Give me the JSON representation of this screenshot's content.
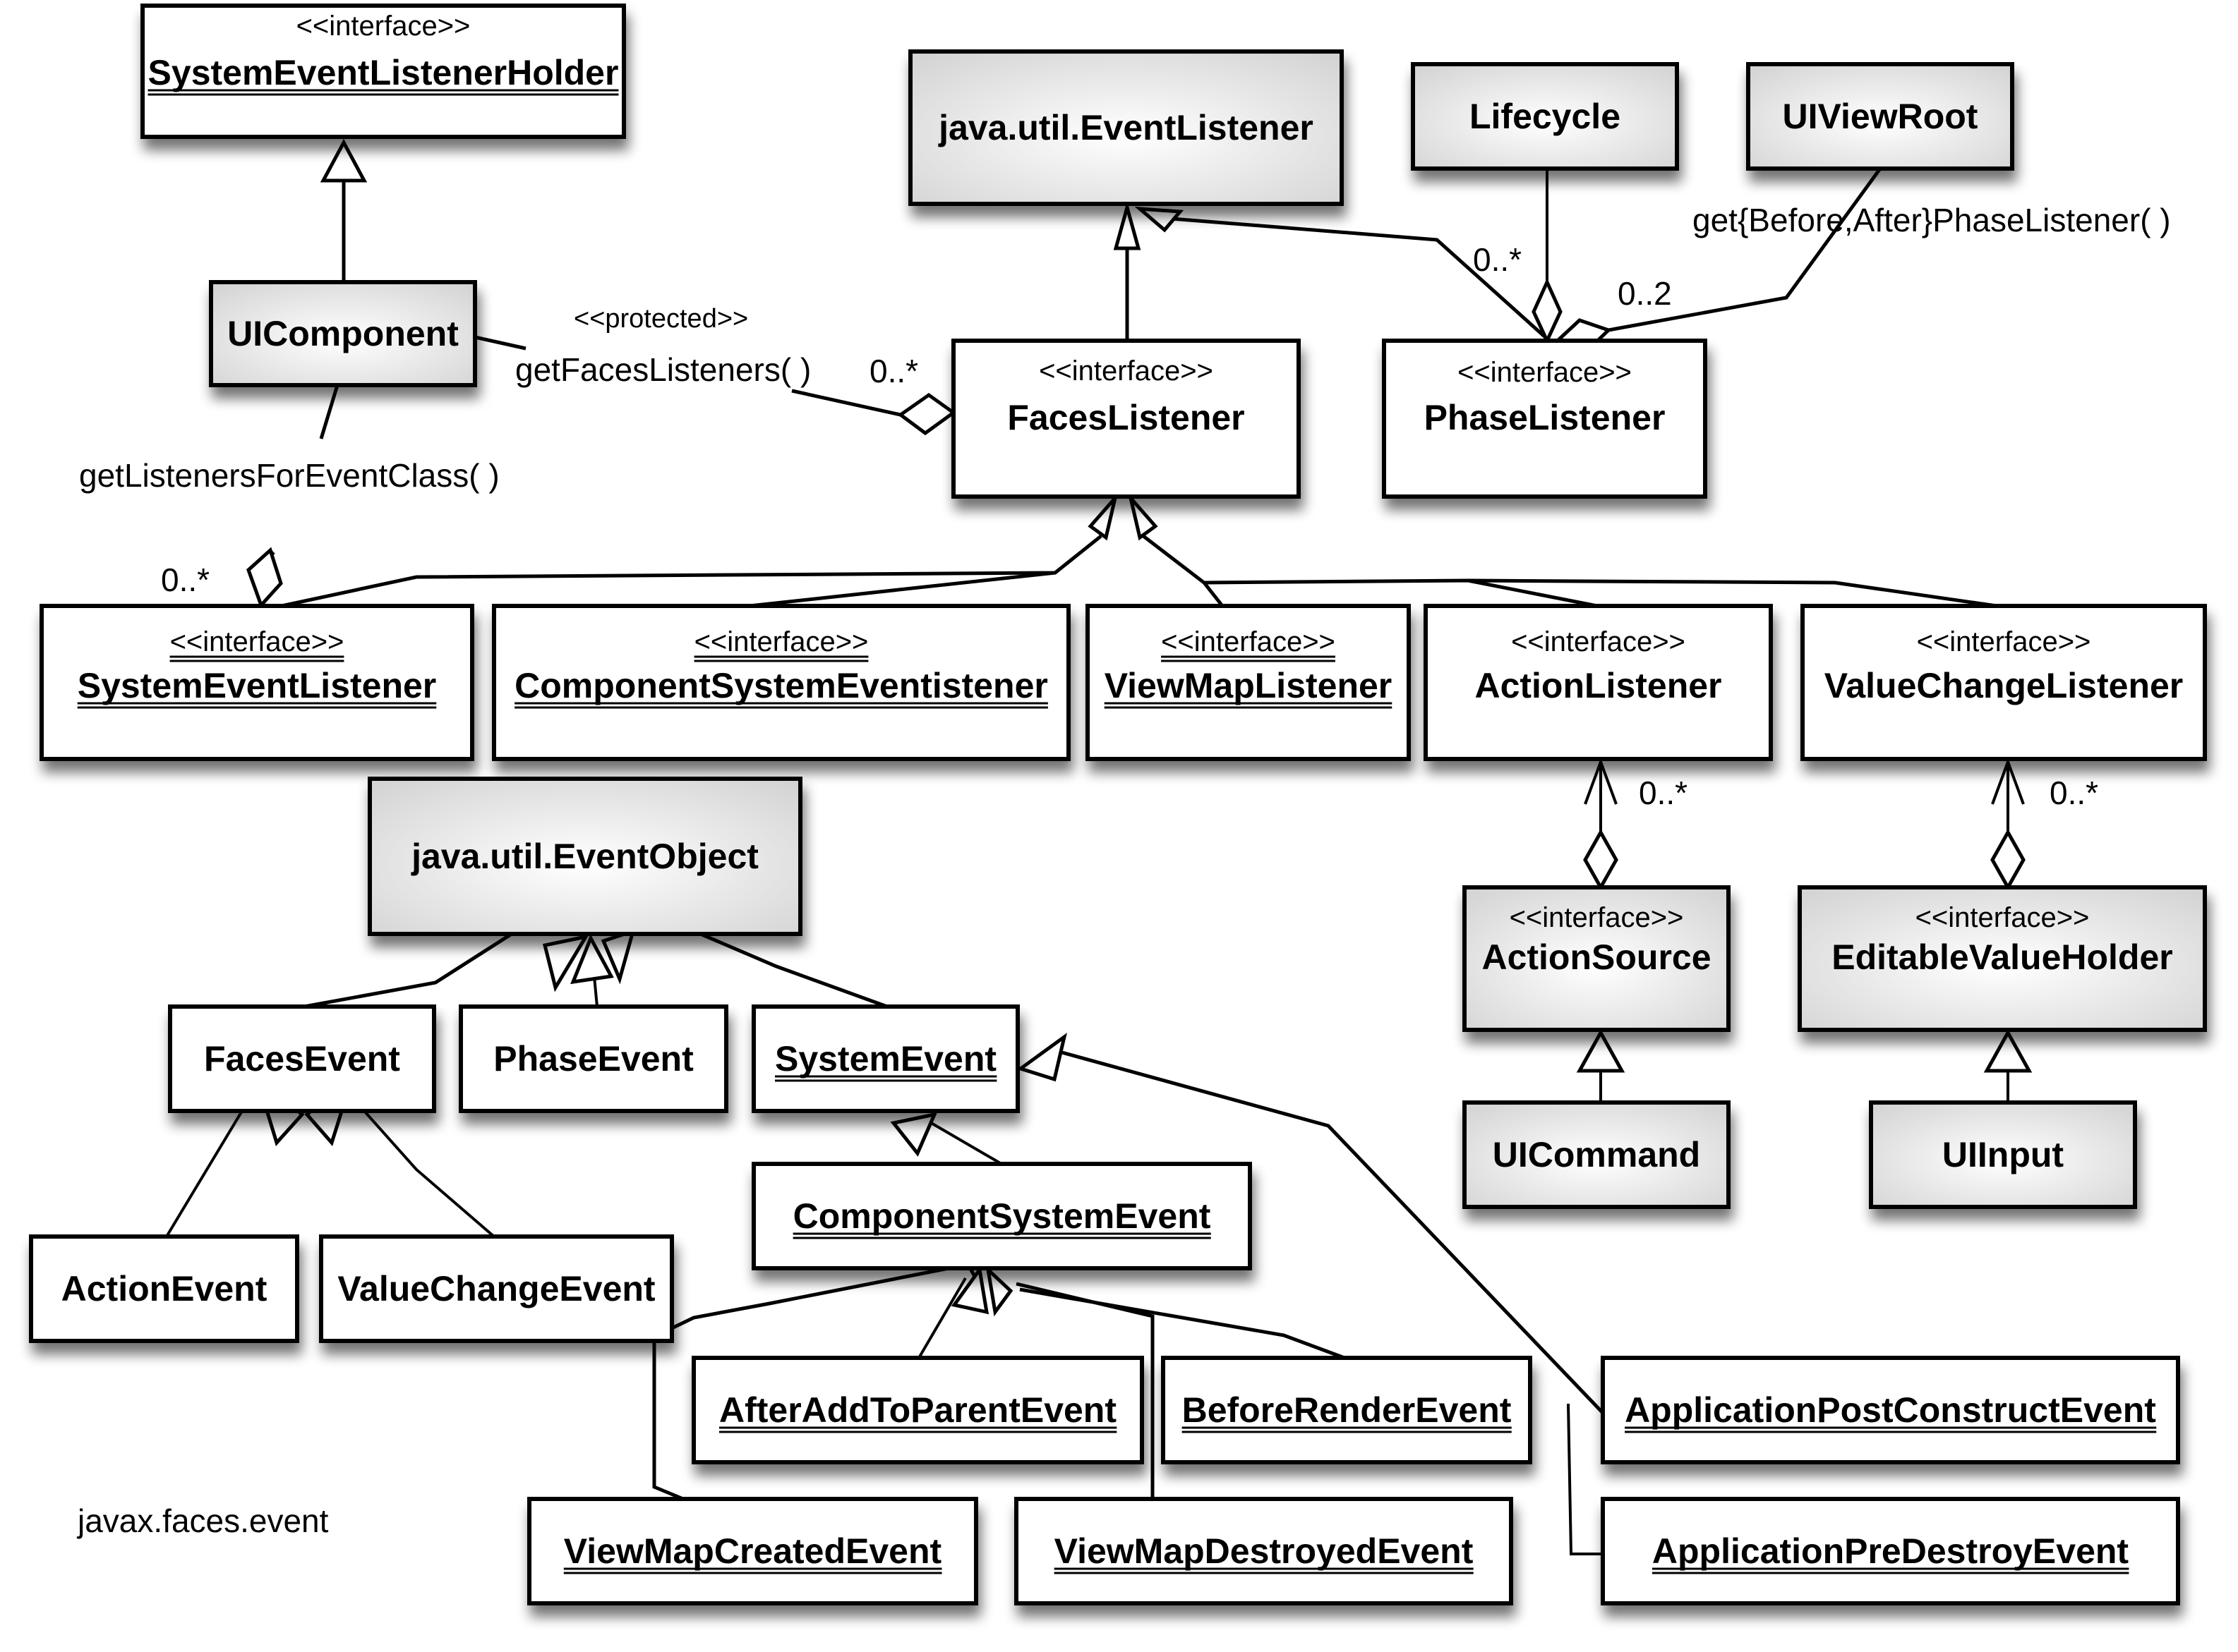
{
  "diagram": {
    "package_label": "javax.faces.event",
    "stereotype_interface": "<<interface>>",
    "classes": [
      {
        "id": "SystemEventListenerHolder",
        "name": "SystemEventListenerHolder",
        "stereotype": "<<interface>>",
        "static": true,
        "shaded": false
      },
      {
        "id": "UIComponent",
        "name": "UIComponent",
        "stereotype": "",
        "static": false,
        "shaded": true
      },
      {
        "id": "EventListener",
        "name": "java.util.EventListener",
        "stereotype": "",
        "static": false,
        "shaded": true
      },
      {
        "id": "Lifecycle",
        "name": "Lifecycle",
        "stereotype": "",
        "static": false,
        "shaded": true
      },
      {
        "id": "UIViewRoot",
        "name": "UIViewRoot",
        "stereotype": "",
        "static": false,
        "shaded": true
      },
      {
        "id": "FacesListener",
        "name": "FacesListener",
        "stereotype": "<<interface>>",
        "static": false,
        "shaded": false
      },
      {
        "id": "PhaseListener",
        "name": "PhaseListener",
        "stereotype": "<<interface>>",
        "static": false,
        "shaded": false
      },
      {
        "id": "SystemEventListener",
        "name": "SystemEventListener",
        "stereotype": "<<interface>>",
        "static": true,
        "shaded": false
      },
      {
        "id": "ComponentSystemEventListener",
        "name": "ComponentSystemEventistener",
        "stereotype": "<<interface>>",
        "static": true,
        "shaded": false
      },
      {
        "id": "ViewMapListener",
        "name": "ViewMapListener",
        "stereotype": "<<interface>>",
        "static": true,
        "shaded": false
      },
      {
        "id": "ActionListener",
        "name": "ActionListener",
        "stereotype": "<<interface>>",
        "static": false,
        "shaded": false
      },
      {
        "id": "ValueChangeListener",
        "name": "ValueChangeListener",
        "stereotype": "<<interface>>",
        "static": false,
        "shaded": false
      },
      {
        "id": "EventObject",
        "name": "java.util.EventObject",
        "stereotype": "",
        "static": false,
        "shaded": true
      },
      {
        "id": "FacesEvent",
        "name": "FacesEvent",
        "stereotype": "",
        "static": false,
        "shaded": false
      },
      {
        "id": "PhaseEvent",
        "name": "PhaseEvent",
        "stereotype": "",
        "static": false,
        "shaded": false
      },
      {
        "id": "SystemEvent",
        "name": "SystemEvent",
        "stereotype": "",
        "static": true,
        "shaded": false
      },
      {
        "id": "ActionSource",
        "name": "ActionSource",
        "stereotype": "<<interface>>",
        "static": false,
        "shaded": true
      },
      {
        "id": "EditableValueHolder",
        "name": "EditableValueHolder",
        "stereotype": "<<interface>>",
        "static": false,
        "shaded": true
      },
      {
        "id": "UICommand",
        "name": "UICommand",
        "stereotype": "",
        "static": false,
        "shaded": true
      },
      {
        "id": "UIInput",
        "name": "UIInput",
        "stereotype": "",
        "static": false,
        "shaded": true
      },
      {
        "id": "ComponentSystemEvent",
        "name": "ComponentSystemEvent",
        "stereotype": "",
        "static": true,
        "shaded": false
      },
      {
        "id": "ActionEvent",
        "name": "ActionEvent",
        "stereotype": "",
        "static": false,
        "shaded": false
      },
      {
        "id": "ValueChangeEvent",
        "name": "ValueChangeEvent",
        "stereotype": "",
        "static": false,
        "shaded": false
      },
      {
        "id": "AfterAddToParentEvent",
        "name": "AfterAddToParentEvent",
        "stereotype": "",
        "static": true,
        "shaded": false
      },
      {
        "id": "BeforeRenderEvent",
        "name": "BeforeRenderEvent",
        "stereotype": "",
        "static": true,
        "shaded": false
      },
      {
        "id": "ApplicationPostConstructEvent",
        "name": "ApplicationPostConstructEvent",
        "stereotype": "",
        "static": true,
        "shaded": false
      },
      {
        "id": "ViewMapCreatedEvent",
        "name": "ViewMapCreatedEvent",
        "stereotype": "",
        "static": true,
        "shaded": false
      },
      {
        "id": "ViewMapDestroyedEvent",
        "name": "ViewMapDestroyedEvent",
        "stereotype": "",
        "static": true,
        "shaded": false
      },
      {
        "id": "ApplicationPreDestroyEvent",
        "name": "ApplicationPreDestroyEvent",
        "stereotype": "",
        "static": true,
        "shaded": false
      }
    ],
    "relationships": [
      {
        "type": "generalization",
        "from": "UIComponent",
        "to": "SystemEventListenerHolder"
      },
      {
        "type": "generalization",
        "from": "FacesListener",
        "to": "EventListener"
      },
      {
        "type": "generalization",
        "from": "PhaseListener",
        "to": "EventListener"
      },
      {
        "type": "generalization",
        "from": "SystemEventListener",
        "to": "FacesListener"
      },
      {
        "type": "generalization",
        "from": "ComponentSystemEventListener",
        "to": "FacesListener"
      },
      {
        "type": "generalization",
        "from": "ViewMapListener",
        "to": "FacesListener"
      },
      {
        "type": "generalization",
        "from": "ActionListener",
        "to": "FacesListener"
      },
      {
        "type": "generalization",
        "from": "ValueChangeListener",
        "to": "FacesListener"
      },
      {
        "type": "aggregation",
        "from": "UIComponent",
        "to": "FacesListener",
        "label": "getFacesListeners( )",
        "stereotype": "<<protected>>",
        "multiplicity": "0..*"
      },
      {
        "type": "aggregation",
        "from": "UIComponent",
        "to": "SystemEventListener",
        "label": "getListenersForEventClass( )",
        "multiplicity": "0..*"
      },
      {
        "type": "aggregation",
        "from": "Lifecycle",
        "to": "PhaseListener",
        "label": "",
        "multiplicity": "0..*"
      },
      {
        "type": "aggregation",
        "from": "UIViewRoot",
        "to": "PhaseListener",
        "label": "get{Before,After}PhaseListener( )",
        "multiplicity": "0..2"
      },
      {
        "type": "aggregation",
        "from": "ActionSource",
        "to": "ActionListener",
        "label": "",
        "multiplicity": "0..*"
      },
      {
        "type": "aggregation",
        "from": "EditableValueHolder",
        "to": "ValueChangeListener",
        "label": "",
        "multiplicity": "0..*"
      },
      {
        "type": "generalization",
        "from": "UICommand",
        "to": "ActionSource"
      },
      {
        "type": "generalization",
        "from": "UIInput",
        "to": "EditableValueHolder"
      },
      {
        "type": "generalization",
        "from": "FacesEvent",
        "to": "EventObject"
      },
      {
        "type": "generalization",
        "from": "PhaseEvent",
        "to": "EventObject"
      },
      {
        "type": "generalization",
        "from": "SystemEvent",
        "to": "EventObject"
      },
      {
        "type": "generalization",
        "from": "ActionEvent",
        "to": "FacesEvent"
      },
      {
        "type": "generalization",
        "from": "ValueChangeEvent",
        "to": "FacesEvent"
      },
      {
        "type": "generalization",
        "from": "ComponentSystemEvent",
        "to": "SystemEvent"
      },
      {
        "type": "generalization",
        "from": "ApplicationPostConstructEvent",
        "to": "SystemEvent"
      },
      {
        "type": "generalization",
        "from": "ApplicationPreDestroyEvent",
        "to": "SystemEvent"
      },
      {
        "type": "generalization",
        "from": "AfterAddToParentEvent",
        "to": "ComponentSystemEvent"
      },
      {
        "type": "generalization",
        "from": "BeforeRenderEvent",
        "to": "ComponentSystemEvent"
      },
      {
        "type": "generalization",
        "from": "ViewMapCreatedEvent",
        "to": "ComponentSystemEvent"
      },
      {
        "type": "generalization",
        "from": "ViewMapDestroyedEvent",
        "to": "ComponentSystemEvent"
      }
    ],
    "labels": {
      "protected_stereotype": "<<protected>>",
      "get_faces_listeners": "getFacesListeners( )",
      "get_listeners_for_event_class": "getListenersForEventClass( )",
      "get_phase_listener": "get{Before,After}PhaseListener( )",
      "mult_faces_listeners": "0..*",
      "mult_system_event_listener": "0..*",
      "mult_lifecycle": "0..*",
      "mult_viewroot": "0..2",
      "mult_action_listener": "0..*",
      "mult_value_change_listener": "0..*"
    }
  }
}
